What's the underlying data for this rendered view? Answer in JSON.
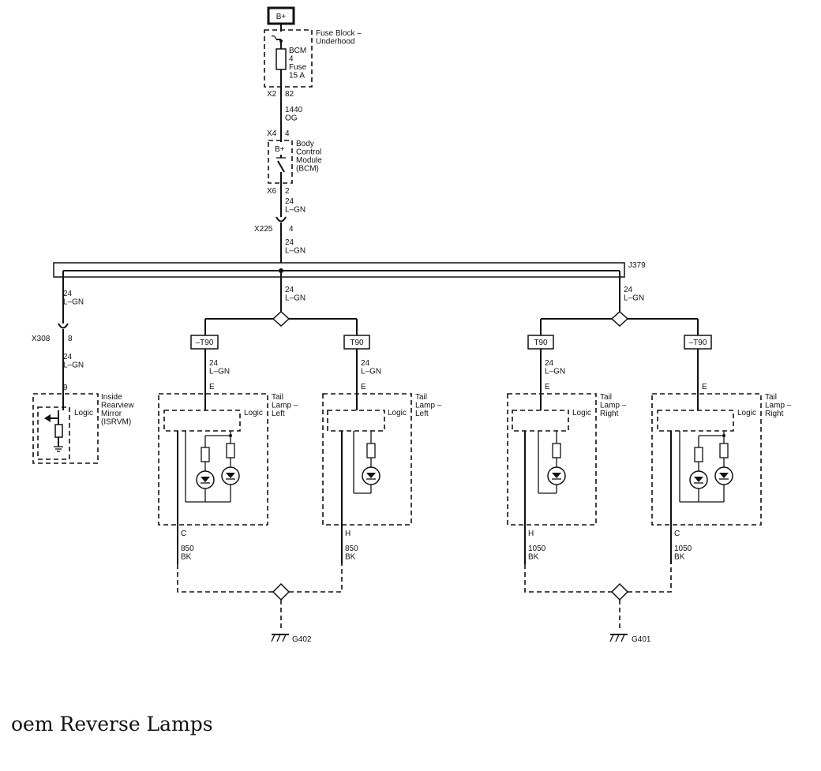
{
  "caption": "oem Reverse Lamps",
  "supply": {
    "label": "B+"
  },
  "fuse_block": {
    "name": "Fuse Block –\nUnderhood",
    "fuse": "BCM\n4\nFuse\n15 A",
    "conn": "X2",
    "pin": "82"
  },
  "wire_1440": "1440\nOG",
  "bcm": {
    "conn_in": "X4",
    "pin_in": "4",
    "bplus": "B+",
    "name": "Body\nControl\nModule\n(BCM)",
    "conn_out": "X6",
    "pin_out": "2"
  },
  "wire_24": "24\nL–GN",
  "x225": {
    "conn": "X225",
    "pin": "4"
  },
  "splice": "J379",
  "x308": {
    "conn": "X308",
    "pin": "8"
  },
  "isrvm": {
    "pin": "9",
    "logic": "Logic",
    "name": "Inside\nRearview\nMirror\n(ISRVM)"
  },
  "lamps": [
    {
      "option": "–T90",
      "pin_e": "E",
      "logic": "Logic",
      "name": "Tail\nLamp –\nLeft",
      "pin_g": "C",
      "ground_wire": "850\nBK"
    },
    {
      "option": "T90",
      "pin_e": "E",
      "logic": "Logic",
      "name": "Tail\nLamp –\nLeft",
      "pin_g": "H",
      "ground_wire": "850\nBK"
    },
    {
      "option": "T90",
      "pin_e": "E",
      "logic": "Logic",
      "name": "Tail\nLamp –\nRight",
      "pin_g": "H",
      "ground_wire": "1050\nBK"
    },
    {
      "option": "–T90",
      "pin_e": "E",
      "logic": "Logic",
      "name": "Tail\nLamp –\nRight",
      "pin_g": "C",
      "ground_wire": "1050\nBK"
    }
  ],
  "grounds": [
    "G402",
    "G401"
  ]
}
